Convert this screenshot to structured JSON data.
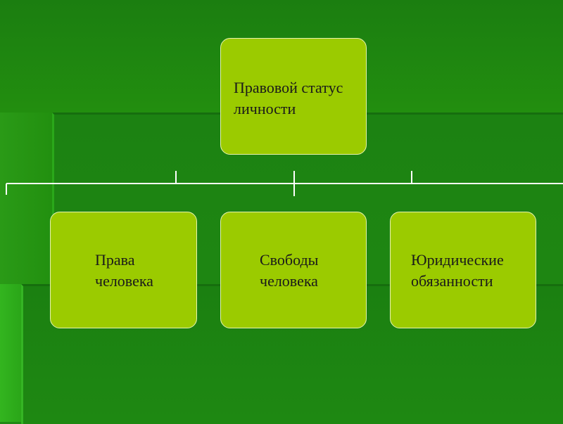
{
  "diagram": {
    "root": {
      "label": "Правовой статус\nличности"
    },
    "children": [
      {
        "label": "Права\nчеловека"
      },
      {
        "label": "Свободы\nчеловека"
      },
      {
        "label": "Юридические\nобязанности"
      }
    ]
  },
  "colors": {
    "background": "#1f8a14",
    "box_fill": "#9bcb00",
    "box_border": "#e6f2b0",
    "connector": "#ffffff",
    "text": "#1a1a1a"
  }
}
